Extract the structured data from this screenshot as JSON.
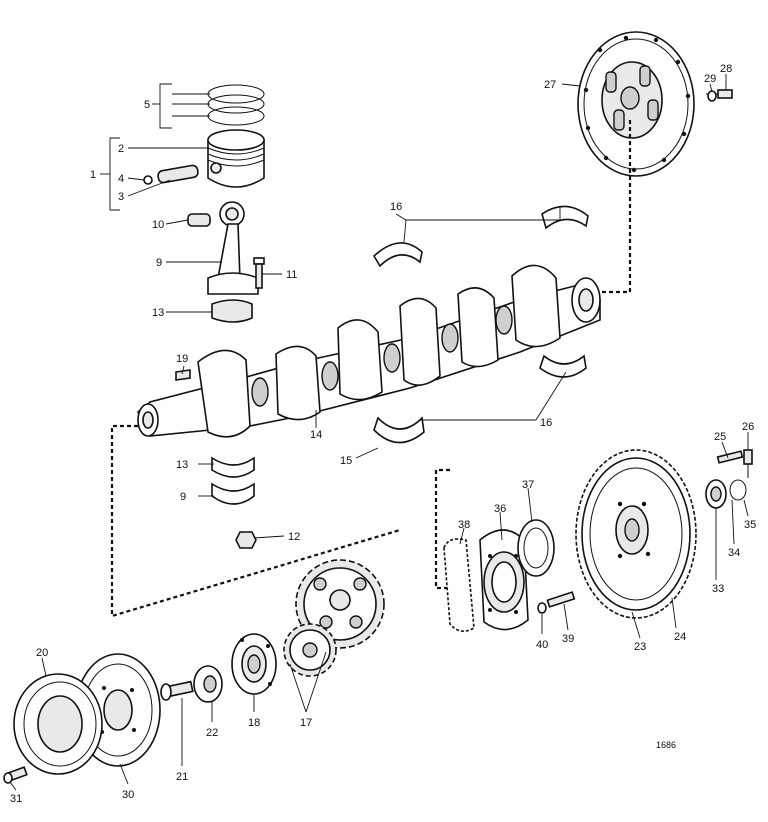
{
  "diagram": {
    "labels": {
      "n1": "1",
      "n2": "2",
      "n3": "3",
      "n4": "4",
      "n5": "5",
      "n9a": "9",
      "n9b": "9",
      "n10": "10",
      "n11": "11",
      "n12": "12",
      "n13a": "13",
      "n13b": "13",
      "n14": "14",
      "n15": "15",
      "n16a": "16",
      "n16b": "16",
      "n17": "17",
      "n18": "18",
      "n19": "19",
      "n20": "20",
      "n21": "21",
      "n22": "22",
      "n23": "23",
      "n24": "24",
      "n25": "25",
      "n26": "26",
      "n27": "27",
      "n28": "28",
      "n29": "29",
      "n30": "30",
      "n31": "31",
      "n33": "33",
      "n34": "34",
      "n35": "35",
      "n36": "36",
      "n37": "37",
      "n38": "38",
      "n39": "39",
      "n40": "40"
    },
    "drawing_code": "1686"
  }
}
